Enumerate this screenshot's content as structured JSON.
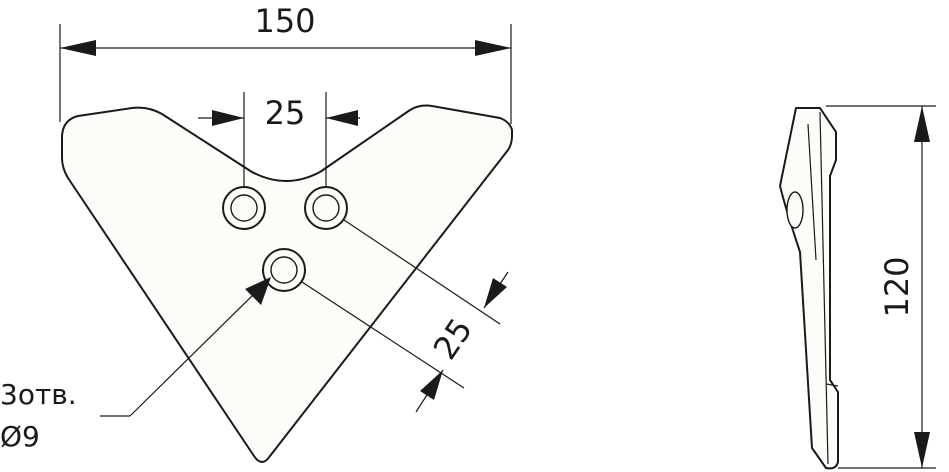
{
  "dimensions": {
    "overall_width": "150",
    "hole_spacing_horizontal": "25",
    "hole_spacing_diagonal": "25",
    "side_height": "120"
  },
  "note": {
    "line1": "3отв.",
    "line2": "Ø9"
  },
  "colors": {
    "line": "#1a1a1a",
    "part_fill": "#fdfcf8",
    "background": "#ffffff"
  }
}
